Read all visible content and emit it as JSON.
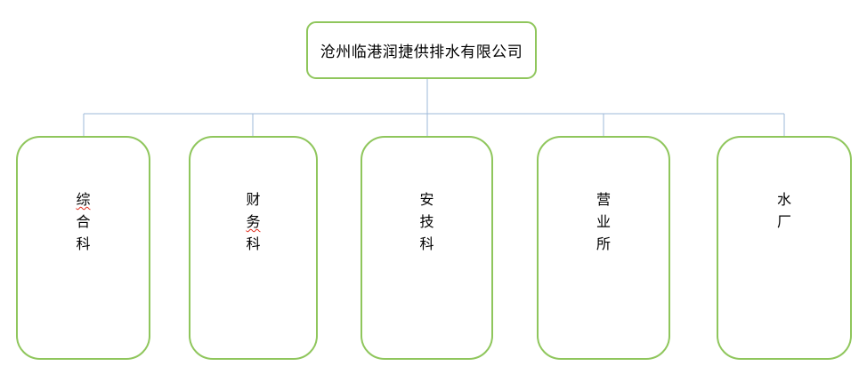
{
  "diagram": {
    "type": "org-chart",
    "root": {
      "label": "沧州临港润捷供排水有限公司"
    },
    "children": [
      {
        "label": "综合科",
        "chars": [
          "综",
          "合",
          "科"
        ],
        "spellcheck_flagged_chars": [
          "综"
        ]
      },
      {
        "label": "财务科",
        "chars": [
          "财",
          "务",
          "科"
        ],
        "spellcheck_flagged_chars": [
          "务"
        ]
      },
      {
        "label": "安技科",
        "chars": [
          "安",
          "技",
          "科"
        ],
        "spellcheck_flagged_chars": []
      },
      {
        "label": "营业所",
        "chars": [
          "营",
          "业",
          "所"
        ],
        "spellcheck_flagged_chars": []
      },
      {
        "label": "水厂",
        "chars": [
          "水",
          "厂"
        ],
        "spellcheck_flagged_chars": []
      }
    ],
    "colors": {
      "box_border": "#8fc65c",
      "connector": "#9db8d9",
      "text_color": "#000000",
      "spellcheck": "#e02a1a",
      "background": "#ffffff"
    }
  }
}
